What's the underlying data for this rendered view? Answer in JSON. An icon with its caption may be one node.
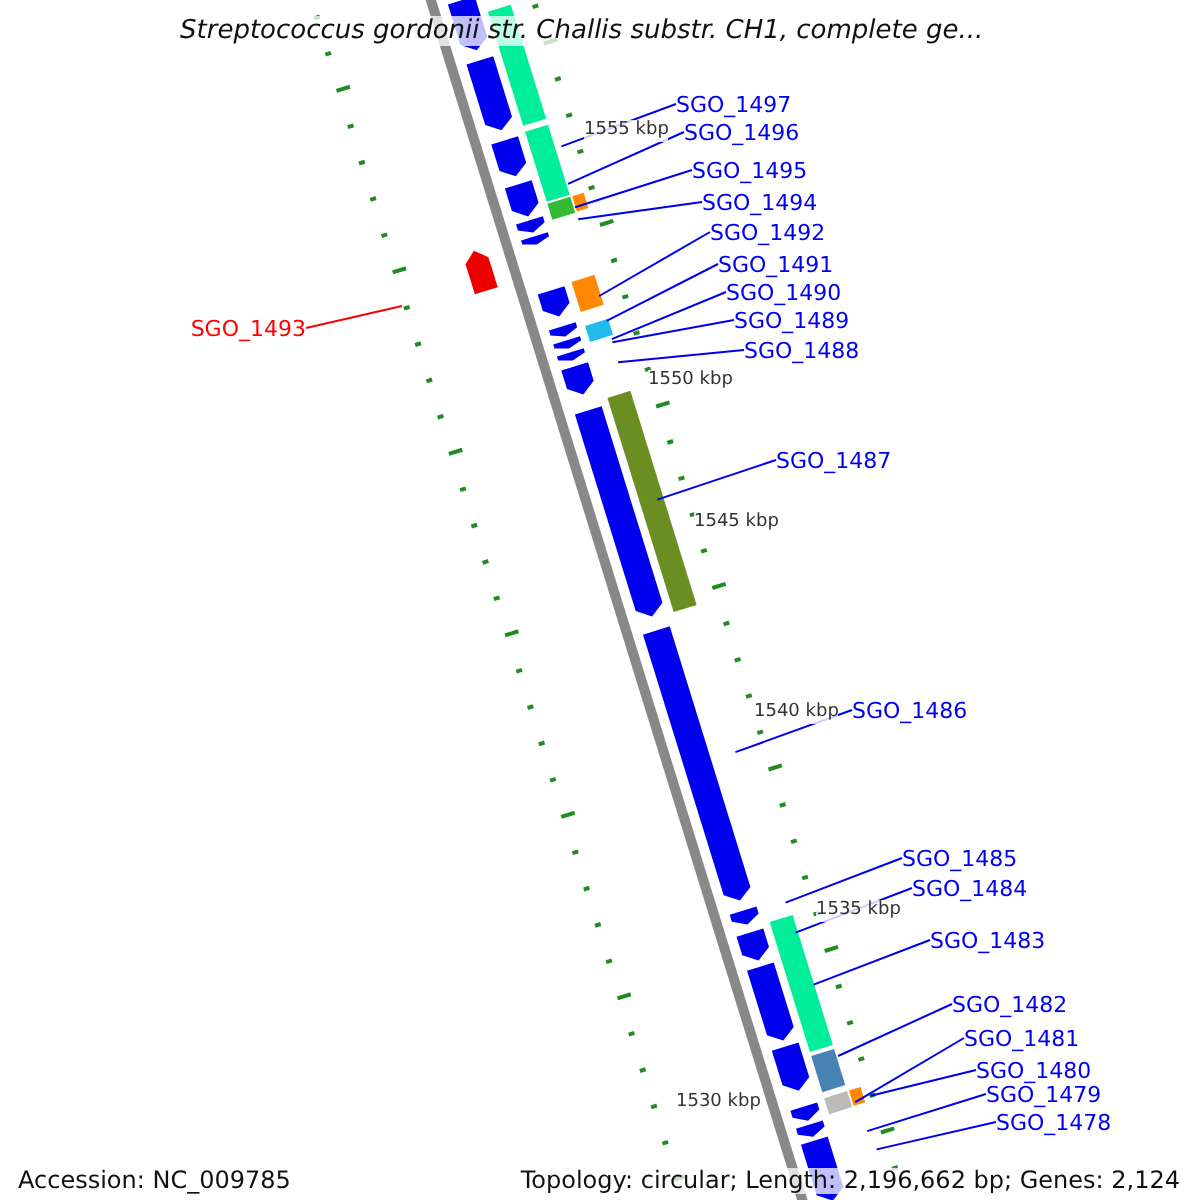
{
  "diagram": {
    "title": "Streptococcus gordonii str. Challis substr. CH1, complete ge...",
    "nodes": [
      {
        "text": [
          "SGO_1497"
        ]
      },
      {
        "text": [
          "SGO_1496"
        ]
      },
      {
        "text": [
          "SGO_1495"
        ]
      },
      {
        "text": [
          "SGO_1494"
        ]
      },
      {
        "text": [
          "SGO_1492"
        ]
      },
      {
        "text": [
          "SGO_1491"
        ]
      },
      {
        "text": [
          "SGO_1490"
        ]
      },
      {
        "text": [
          "SGO_1489"
        ]
      },
      {
        "text": [
          "SGO_1493"
        ]
      },
      {
        "text": [
          "SGO_1488"
        ]
      },
      {
        "text": [
          "SGO_1487"
        ]
      },
      {
        "text": [
          "SGO_1486"
        ]
      },
      {
        "text": [
          "SGO_1485"
        ]
      },
      {
        "text": [
          "SGO_1484"
        ]
      },
      {
        "text": [
          "SGO_1483"
        ]
      },
      {
        "text": [
          "SGO_1482"
        ]
      },
      {
        "text": [
          "SGO_1481"
        ]
      },
      {
        "text": [
          "SGO_1480"
        ]
      },
      {
        "text": [
          "SGO_1479"
        ]
      },
      {
        "text": [
          "SGO_1478"
        ]
      }
    ],
    "edges": [
      {
        "from": 0,
        "to": null,
        "arrow": "none"
      },
      {
        "from": 1,
        "to": null,
        "arrow": "none"
      },
      {
        "from": 2,
        "to": null,
        "arrow": "none"
      },
      {
        "from": 3,
        "to": null,
        "arrow": "none"
      },
      {
        "from": 4,
        "to": null,
        "arrow": "none"
      },
      {
        "from": 5,
        "to": null,
        "arrow": "none"
      },
      {
        "from": 6,
        "to": null,
        "arrow": "none"
      },
      {
        "from": 7,
        "to": null,
        "arrow": "none"
      },
      {
        "from": 8,
        "to": null,
        "arrow": "none",
        "color": "#ff0000"
      },
      {
        "from": 9,
        "to": null,
        "arrow": "none"
      },
      {
        "from": 10,
        "to": null,
        "arrow": "none"
      },
      {
        "from": 11,
        "to": null,
        "arrow": "none"
      },
      {
        "from": 12,
        "to": null,
        "arrow": "none"
      },
      {
        "from": 13,
        "to": null,
        "arrow": "none"
      },
      {
        "from": 14,
        "to": null,
        "arrow": "none"
      },
      {
        "from": 15,
        "to": null,
        "arrow": "none"
      },
      {
        "from": 16,
        "to": null,
        "arrow": "none"
      },
      {
        "from": 17,
        "to": null,
        "arrow": "none"
      },
      {
        "from": 18,
        "to": null,
        "arrow": "none"
      },
      {
        "from": 19,
        "to": null,
        "arrow": "none"
      }
    ],
    "labels": [
      "1555 kbp",
      "1550 kbp",
      "1545 kbp",
      "1540 kbp",
      "1535 kbp",
      "1530 kbp",
      "Accession: NC_009785",
      "Topology: circular; Length: 2,196,662 bp; Genes: 2,124"
    ]
  }
}
